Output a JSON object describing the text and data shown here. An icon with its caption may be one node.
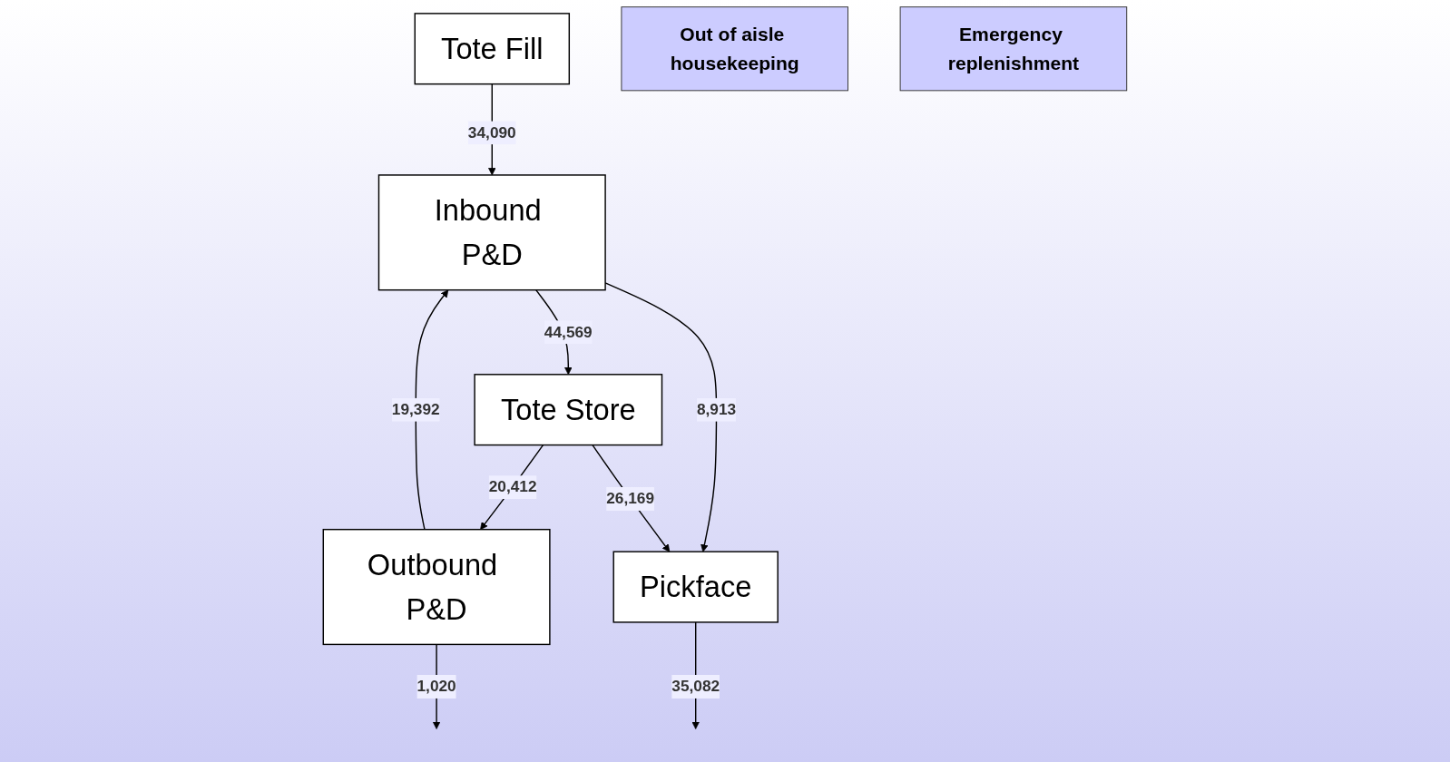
{
  "diagram": {
    "nodes": [
      {
        "text": [
          "Tote Fill"
        ]
      },
      {
        "text": [
          "Inbound P&D"
        ]
      },
      {
        "text": [
          "Tote Store"
        ]
      },
      {
        "text": [
          "Outbound P&D"
        ]
      },
      {
        "text": [
          "Pickface"
        ]
      },
      {
        "text": [
          "Out of aisle housekeeping"
        ]
      },
      {
        "text": [
          "Emergency replenishment"
        ]
      }
    ],
    "edges": [
      {
        "from": 0,
        "to": 1,
        "arrow": "to",
        "label": "34,090"
      },
      {
        "from": 1,
        "to": 2,
        "arrow": "to",
        "label": "44,569"
      },
      {
        "from": 1,
        "to": 4,
        "arrow": "to",
        "label": "8,913"
      },
      {
        "from": 2,
        "to": 3,
        "arrow": "to",
        "label": "20,412"
      },
      {
        "from": 2,
        "to": 4,
        "arrow": "to",
        "label": "26,169"
      },
      {
        "from": 3,
        "to": 1,
        "arrow": "to",
        "label": "19,392"
      },
      {
        "from": 3,
        "to": null,
        "arrow": "to",
        "label": "1,020"
      },
      {
        "from": 4,
        "to": null,
        "arrow": "to",
        "label": "35,082"
      }
    ]
  }
}
